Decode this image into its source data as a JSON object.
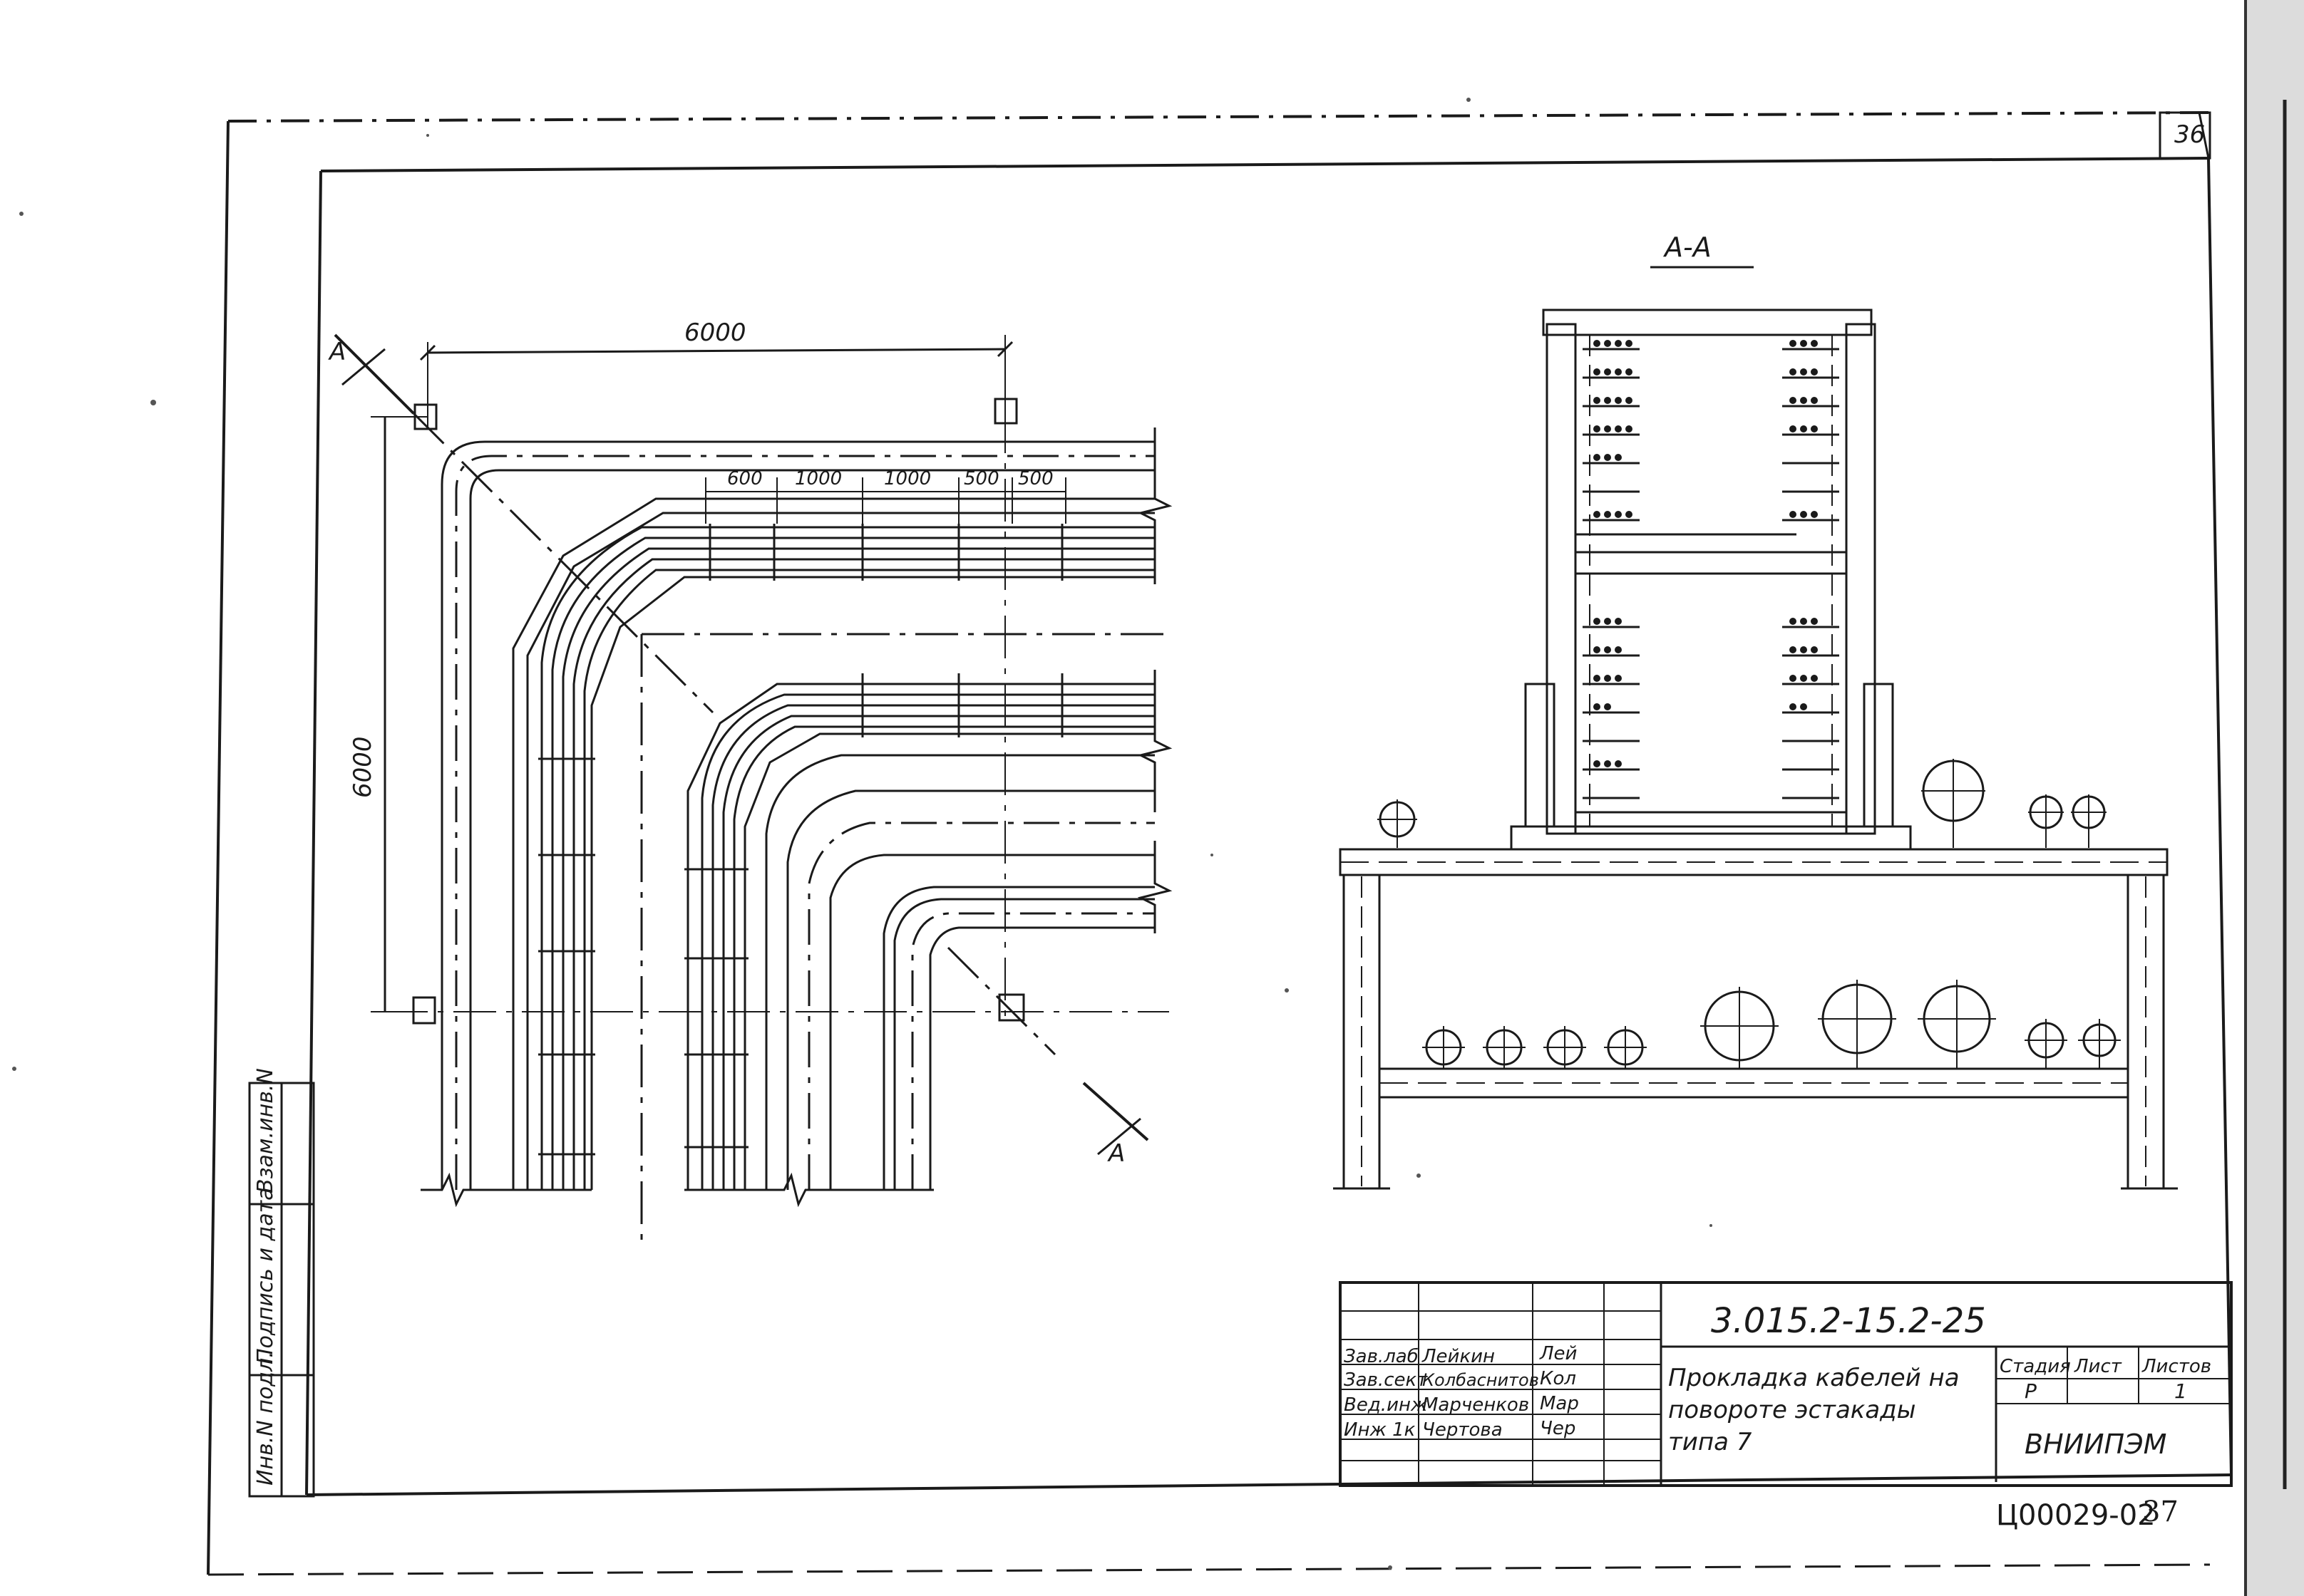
{
  "sheet_number_top": "36",
  "sheet_number_bottom": "37",
  "section_label": "А-А",
  "section_mark": "А",
  "plan": {
    "dim_top": "6000",
    "dim_left": "6000",
    "spacing_dims": [
      "600",
      "1000",
      "1000",
      "500",
      "500"
    ]
  },
  "side_stamp": {
    "inv_no": "Инв.N подл.",
    "signature_date": "Подпись и дата",
    "replace_inv": "Взам.инв.N"
  },
  "title_block": {
    "document_code": "3.015.2-15.2-25",
    "title_lines": [
      "Прокладка кабелей на",
      "повороте эстакады",
      "типа 7"
    ],
    "organization": "ВНИИПЭМ",
    "stage_header": "Стадия",
    "sheet_header": "Лист",
    "sheets_header": "Листов",
    "stage_value": "Р",
    "sheets_value": "1",
    "staff": [
      {
        "role": "Зав.лаб",
        "name": "Лейкин",
        "signature": "Лей"
      },
      {
        "role": "Зав.сект",
        "name": "Колбаснитов",
        "signature": "Кол"
      },
      {
        "role": "Вед.инж",
        "name": "Марченков",
        "signature": "Мар"
      },
      {
        "role": "Инж 1к",
        "name": "Чертова",
        "signature": "Чер"
      }
    ]
  },
  "archive_code": "Ц00029-02"
}
